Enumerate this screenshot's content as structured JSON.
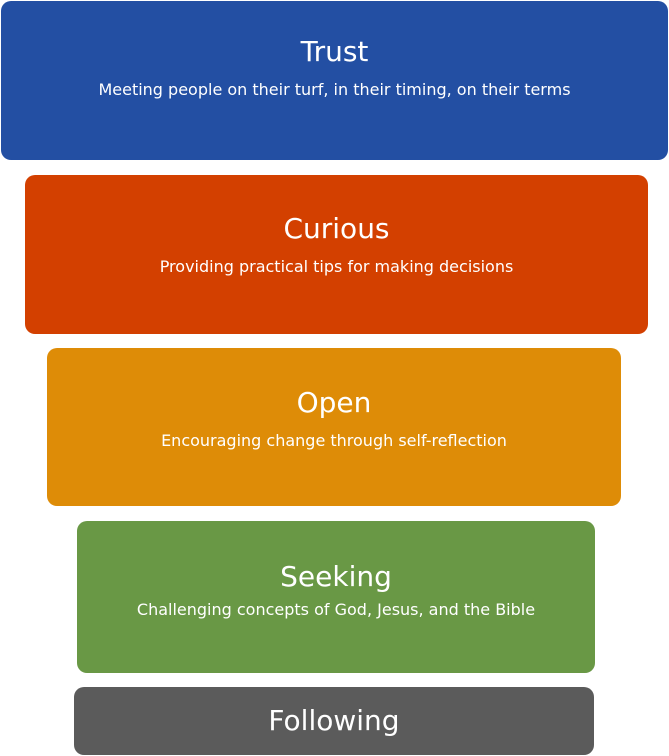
{
  "stages": [
    {
      "title": "Trust",
      "description": "Meeting people on their turf, in their timing, on their terms",
      "color": "#234fa3"
    },
    {
      "title": "Curious",
      "description": "Providing practical tips for making decisions",
      "color": "#d34000"
    },
    {
      "title": "Open",
      "description": "Encouraging change through self-reflection",
      "color": "#de8c07"
    },
    {
      "title": "Seeking",
      "description": "Challenging concepts of God, Jesus, and the Bible",
      "color": "#699845"
    },
    {
      "title": "Following",
      "description": "",
      "color": "#5b5b5b"
    }
  ]
}
